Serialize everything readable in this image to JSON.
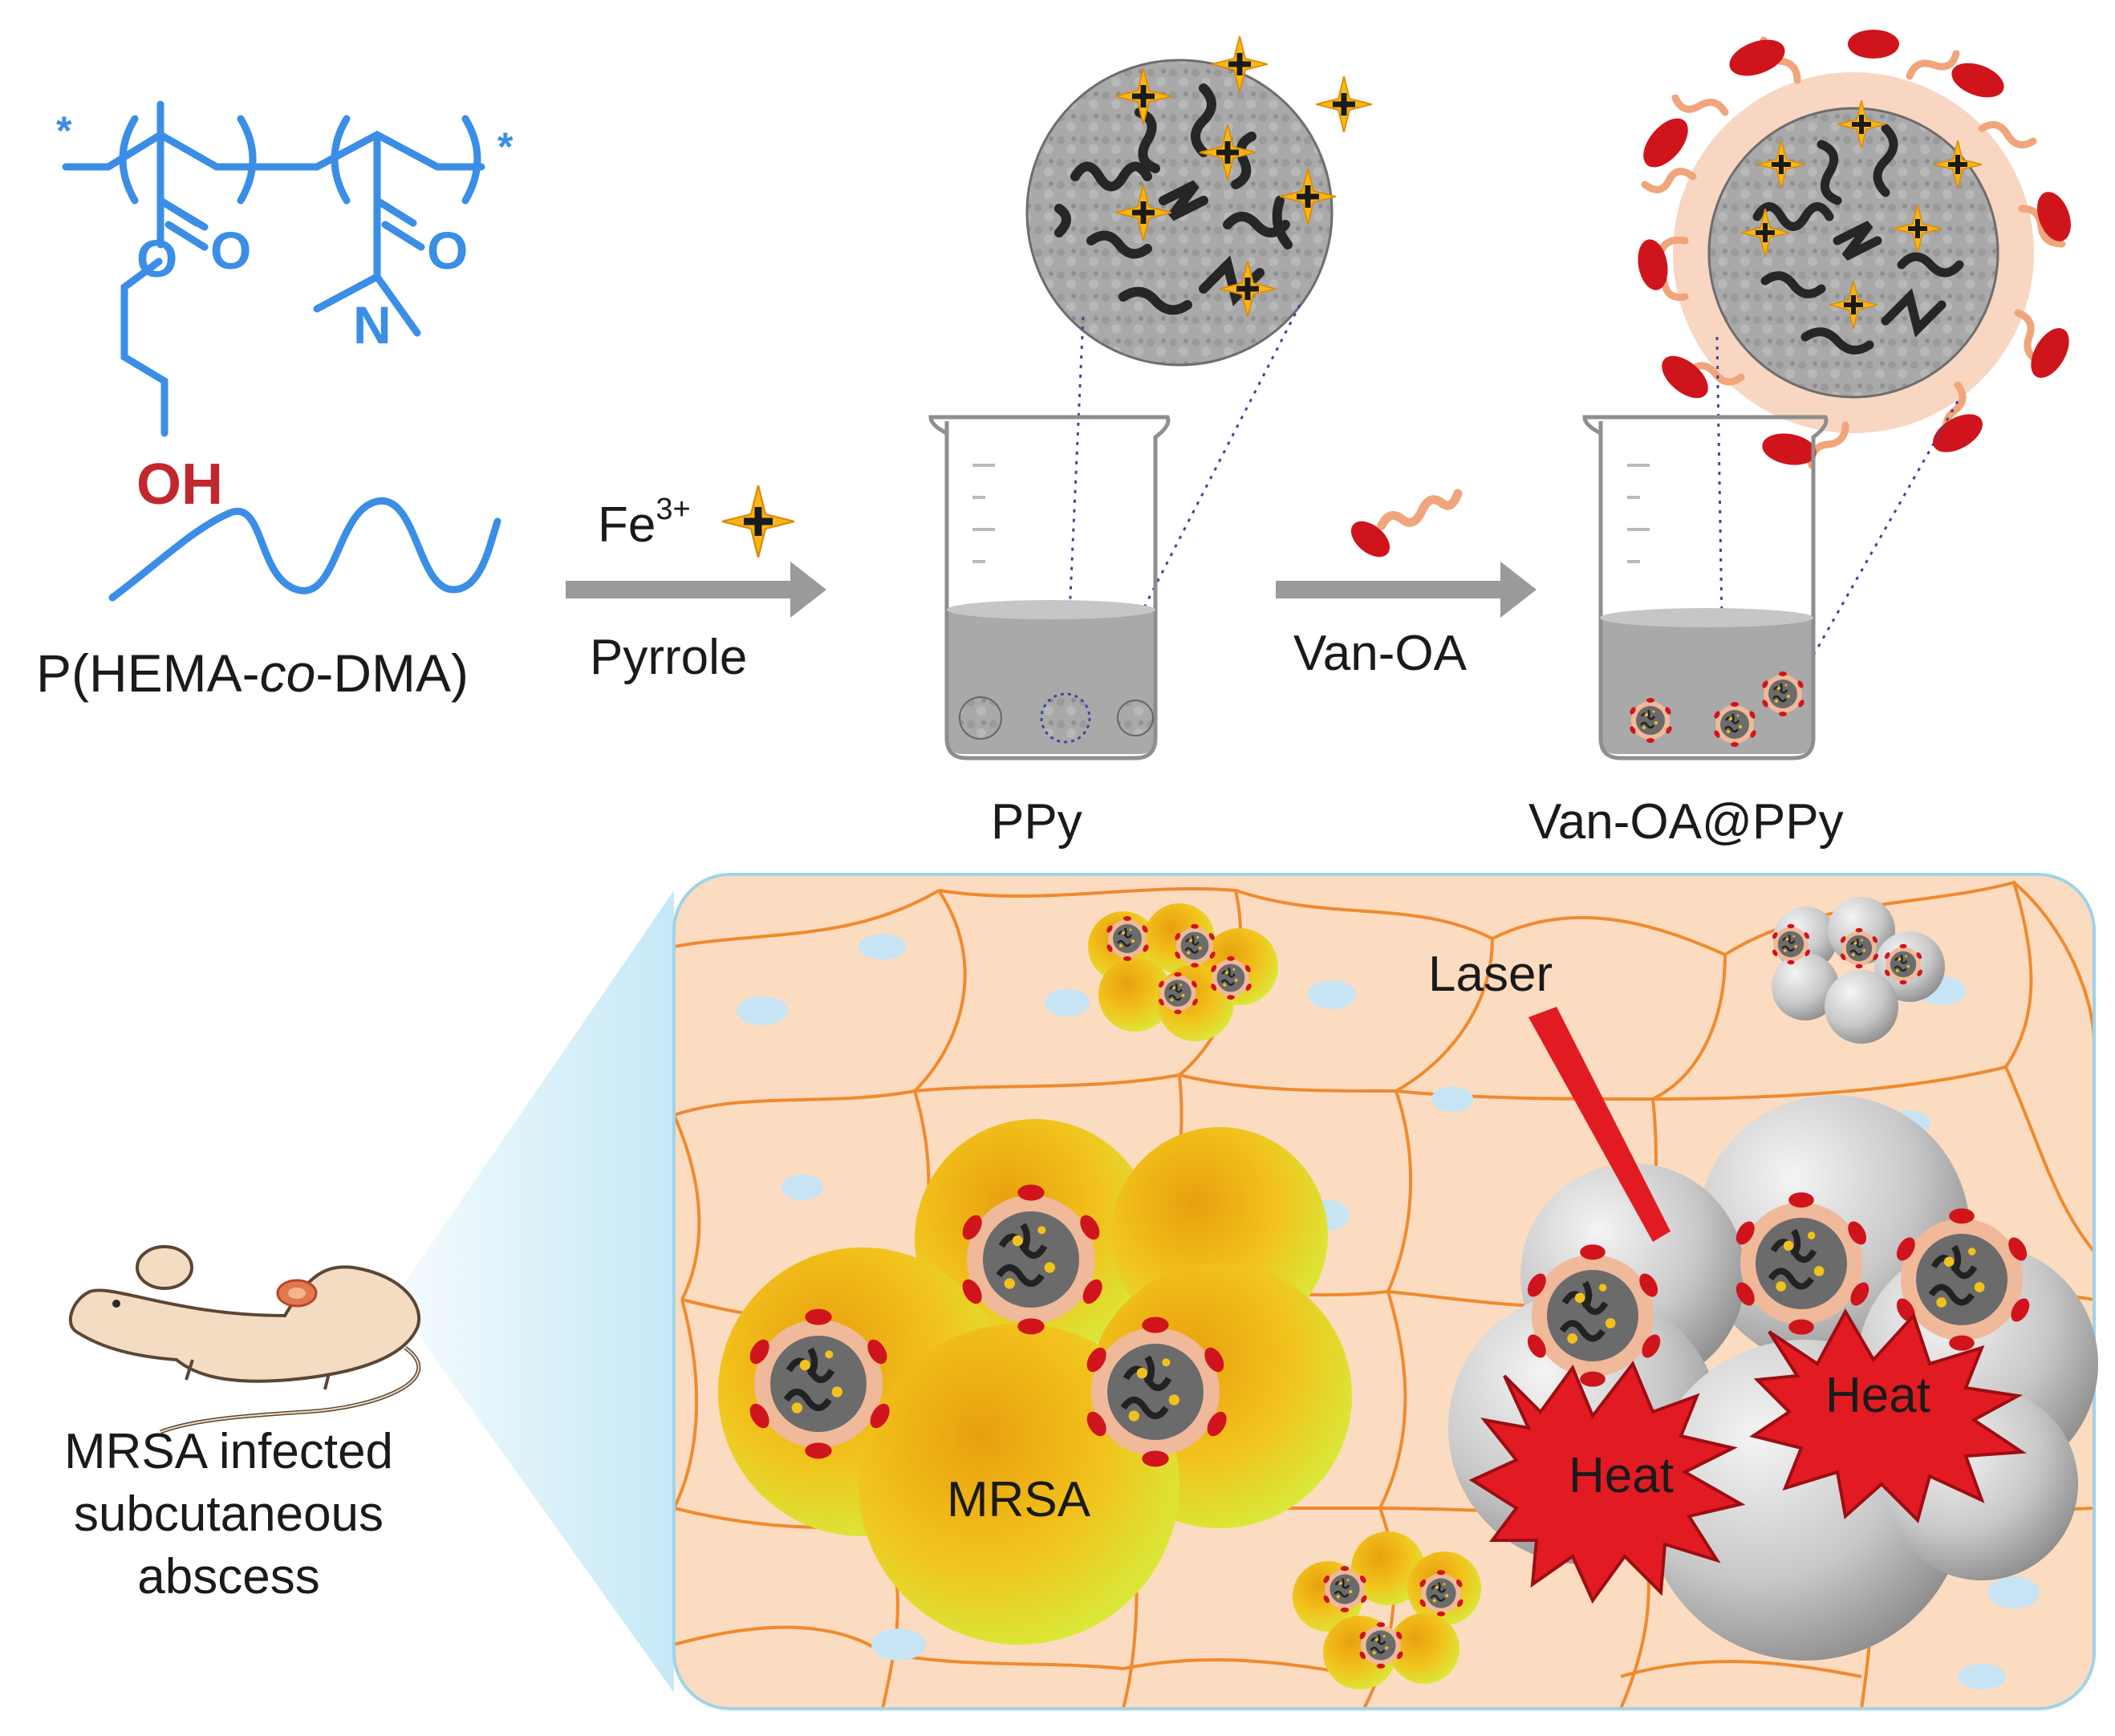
{
  "polymer": {
    "name_prefix": "P(HEMA-",
    "name_italic": "co",
    "name_suffix": "-DMA)",
    "atom_o": "O",
    "atom_n": "N",
    "group_oh": "OH",
    "end_star": "*"
  },
  "step1": {
    "reagent_ion": "Fe",
    "ion_charge": "3+",
    "reagent_below": "Pyrrole"
  },
  "step2": {
    "reagent_below": "Van-OA"
  },
  "products": {
    "ppy": "PPy",
    "van_oa_ppy": "Van-OA@PPy"
  },
  "panel": {
    "laser": "Laser",
    "mrsa": "MRSA",
    "heat": "Heat"
  },
  "mouse_caption": {
    "line1": "MRSA infected",
    "line2": "subcutaneous",
    "line3": "abscess"
  },
  "colors": {
    "polymer_blue": "#3a8ee6",
    "hydroxyl_red": "#c1272d",
    "tissue_fill": "#fbdcc0",
    "tissue_line": "#f08a2e",
    "bacteria_yellow": "#f2b21a",
    "laser_red": "#e21b23",
    "arrow_gray": "#9a9a9a"
  }
}
